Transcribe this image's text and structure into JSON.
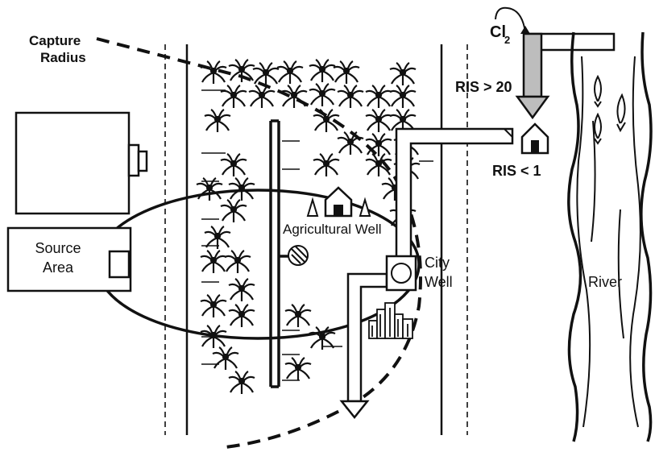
{
  "labels": {
    "capture_line1": "Capture",
    "capture_line2": "Radius",
    "cl": "Cl",
    "cl_sub": "2",
    "ris_gt": "RIS > 20",
    "ris_lt": "RIS < 1",
    "source_line1": "Source",
    "source_line2": "Area",
    "agricultural_well": "Agricultural Well",
    "city_line1": "City",
    "city_line2": "Well",
    "river": "River"
  },
  "colors": {
    "ink": "#111111",
    "paper": "#ffffff",
    "pipe_fill": "#bdbdbd"
  }
}
